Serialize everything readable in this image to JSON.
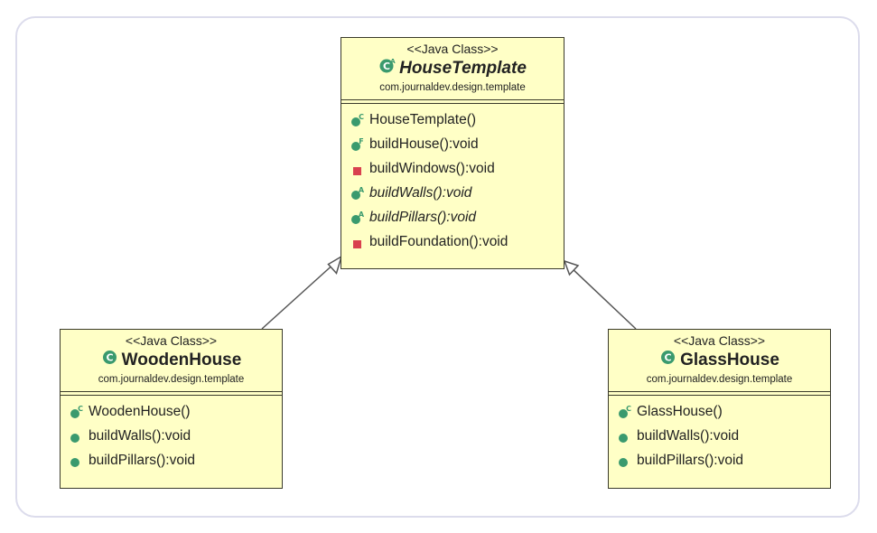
{
  "colors": {
    "box_fill": "#ffffc6",
    "box_border": "#3a3a2a",
    "icon_green": "#3a9a6e",
    "icon_red": "#d9414e",
    "frame_border": "#dcdcec"
  },
  "classes": {
    "house_template": {
      "stereotype": "<<Java Class>>",
      "name": "HouseTemplate",
      "abstract": true,
      "class_icon": "abstract-class-icon",
      "package": "com.journaldev.design.template",
      "methods": [
        {
          "label": "HouseTemplate()",
          "icon": "constructor-icon",
          "badge": "C",
          "italic": false
        },
        {
          "label": "buildHouse():void",
          "icon": "final-method-icon",
          "badge": "F",
          "italic": false
        },
        {
          "label": "buildWindows():void",
          "icon": "private-method-icon",
          "badge": "",
          "italic": false
        },
        {
          "label": "buildWalls():void",
          "icon": "abstract-method-icon",
          "badge": "A",
          "italic": true
        },
        {
          "label": "buildPillars():void",
          "icon": "abstract-method-icon",
          "badge": "A",
          "italic": true
        },
        {
          "label": "buildFoundation():void",
          "icon": "private-method-icon",
          "badge": "",
          "italic": false
        }
      ]
    },
    "wooden_house": {
      "stereotype": "<<Java Class>>",
      "name": "WoodenHouse",
      "abstract": false,
      "class_icon": "class-icon",
      "package": "com.journaldev.design.template",
      "methods": [
        {
          "label": "WoodenHouse()",
          "icon": "constructor-icon",
          "badge": "C",
          "italic": false
        },
        {
          "label": "buildWalls():void",
          "icon": "public-method-icon",
          "badge": "",
          "italic": false
        },
        {
          "label": "buildPillars():void",
          "icon": "public-method-icon",
          "badge": "",
          "italic": false
        }
      ]
    },
    "glass_house": {
      "stereotype": "<<Java Class>>",
      "name": "GlassHouse",
      "abstract": false,
      "class_icon": "class-icon",
      "package": "com.journaldev.design.template",
      "methods": [
        {
          "label": "GlassHouse()",
          "icon": "constructor-icon",
          "badge": "C",
          "italic": false
        },
        {
          "label": "buildWalls():void",
          "icon": "public-method-icon",
          "badge": "",
          "italic": false
        },
        {
          "label": "buildPillars():void",
          "icon": "public-method-icon",
          "badge": "",
          "italic": false
        }
      ]
    }
  }
}
